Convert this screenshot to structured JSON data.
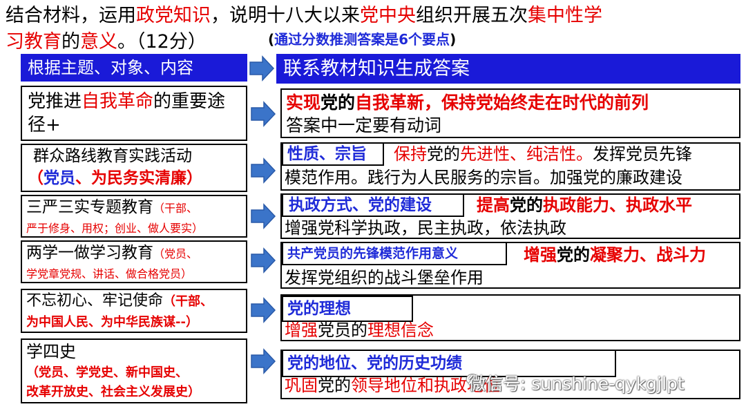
{
  "title": {
    "line1": [
      {
        "text": "结合材料，运用",
        "color": "black"
      },
      {
        "text": "政党知识",
        "color": "red"
      },
      {
        "text": "，说明十八大以来",
        "color": "black"
      },
      {
        "text": "党中央",
        "color": "red"
      },
      {
        "text": "组织开展五次",
        "color": "black"
      },
      {
        "text": "集中性学",
        "color": "red"
      }
    ],
    "line2": [
      {
        "text": "习教育",
        "color": "red"
      },
      {
        "text": "的",
        "color": "black"
      },
      {
        "text": "意义",
        "color": "red"
      },
      {
        "text": "。（12分）",
        "color": "black"
      }
    ],
    "hint": [
      {
        "text": "(",
        "color": "black"
      },
      {
        "text": "通过分数推测答案是6个要点",
        "color": "blue"
      },
      {
        "text": ")",
        "color": "black"
      }
    ]
  },
  "headers": {
    "left": "根据主题、对象、内容",
    "right": "联系教材知识生成答案"
  },
  "rows": [
    {
      "left_main": [
        {
          "text": "党推进",
          "color": "black"
        },
        {
          "text": "自我革命",
          "color": "red"
        },
        {
          "text": "的重要途径+",
          "color": "black"
        }
      ],
      "left_sub": [],
      "tag": "",
      "answer1": [
        {
          "text": "实现",
          "color": "red"
        },
        {
          "text": "党的",
          "color": "black"
        },
        {
          "text": "自我革新，保持党始终走在时代的前列",
          "color": "red"
        }
      ],
      "answer2": [
        {
          "text": "答案中一定要有动词",
          "color": "black"
        }
      ]
    },
    {
      "left_main": [
        {
          "text": "群众路线教育实践活动",
          "color": "black"
        }
      ],
      "left_sub": [
        {
          "text": "（",
          "color": "red"
        },
        {
          "text": "党员",
          "color": "blue"
        },
        {
          "text": "、为民务实清廉）",
          "color": "red"
        }
      ],
      "tag": "性质、宗旨",
      "answer1": [
        {
          "text": "保持",
          "color": "red"
        },
        {
          "text": "党的",
          "color": "black"
        },
        {
          "text": "先进性、纯洁性。",
          "color": "red"
        },
        {
          "text": "发挥党员先锋",
          "color": "black"
        }
      ],
      "answer2": [
        {
          "text": "模范作用。践行为人民服务的宗旨。加强党的廉政建设",
          "color": "black"
        }
      ]
    },
    {
      "left_main": [
        {
          "text": "三严三实专题教育",
          "color": "black"
        }
      ],
      "left_sub_inline": [
        {
          "text": "（干部、",
          "color": "red"
        }
      ],
      "left_sub": [
        {
          "text": "严于修身、用权；创业、做人要实）",
          "color": "red"
        }
      ],
      "tag": "执政方式、党的建设",
      "answer1": [
        {
          "text": "提高",
          "color": "red"
        },
        {
          "text": "党的",
          "color": "black"
        },
        {
          "text": "执政能力、执政水平",
          "color": "red"
        }
      ],
      "answer2": [
        {
          "text": "增强党科学执政，民主执政，依法执政",
          "color": "black"
        }
      ]
    },
    {
      "left_main": [
        {
          "text": "两学一做学习教育",
          "color": "black"
        }
      ],
      "left_sub_inline": [
        {
          "text": "（党员、",
          "color": "red"
        }
      ],
      "left_sub": [
        {
          "text": "学党章党规、讲话、做合格党员）",
          "color": "red"
        }
      ],
      "tag": "共产党员的先锋模范作用意义",
      "answer1": [
        {
          "text": "增强",
          "color": "red"
        },
        {
          "text": "党的",
          "color": "black"
        },
        {
          "text": "凝聚力、战斗力",
          "color": "red"
        }
      ],
      "answer2": [
        {
          "text": "发挥党组织的战斗堡垒作用",
          "color": "black"
        }
      ]
    },
    {
      "left_main": [
        {
          "text": "不忘初心、牢记使命",
          "color": "black"
        }
      ],
      "left_sub_inline": [
        {
          "text": "（干部、",
          "color": "red"
        }
      ],
      "left_sub": [
        {
          "text": "为中国人民、为中华民族谋--）",
          "color": "red"
        }
      ],
      "tag": "党的理想",
      "answer1": [],
      "answer2": [
        {
          "text": "增强",
          "color": "red"
        },
        {
          "text": "党员的",
          "color": "black"
        },
        {
          "text": "理想信念",
          "color": "red"
        }
      ]
    },
    {
      "left_main": [
        {
          "text": "学四史",
          "color": "black"
        }
      ],
      "left_sub": [
        {
          "text": "（党员、学党史、新中国史、",
          "color": "red"
        }
      ],
      "left_sub2": [
        {
          "text": "改革开放史、社会主义发展史）",
          "color": "red"
        }
      ],
      "tag": "党的地位、党的历史功绩",
      "answer1": [],
      "answer2": [
        {
          "text": "巩固",
          "color": "red"
        },
        {
          "text": "党的",
          "color": "black"
        },
        {
          "text": "领导地位和执政地位",
          "color": "red"
        }
      ]
    }
  ],
  "watermark": "微信号: sunshine-qykgjlpt",
  "colors": {
    "red": "#e60000",
    "blue": "#1f2bd8",
    "header_bg": "#1a1ad8",
    "arrow": "#3b74c9"
  },
  "icons": [
    "right-arrow-icon",
    "wechat-icon"
  ]
}
